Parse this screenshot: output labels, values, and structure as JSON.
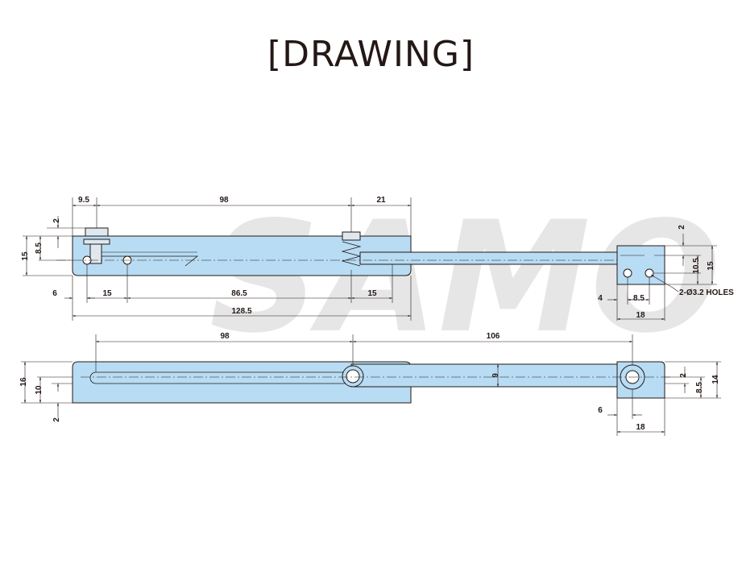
{
  "title": "[DRAWING]",
  "watermark": "SAMO",
  "colors": {
    "part": "#b8dcf3",
    "outline": "#231815",
    "text": "#231815",
    "watermark": "#e6e6e6"
  },
  "top_view": {
    "dims": {
      "d9_5": "9.5",
      "d98": "98",
      "d21": "21",
      "d2": "2",
      "d8_5": "8.5",
      "d15": "15",
      "d6": "6",
      "d15b": "15",
      "d86_5": "86.5",
      "d15c": "15",
      "d128_5": "128.5"
    }
  },
  "end_view": {
    "dims": {
      "d2": "2",
      "d10_5": "10.5",
      "d15": "15",
      "d4": "4",
      "d8_5": "8.5",
      "d18": "18"
    },
    "holes_note": "2-Ø3.2 HOLES"
  },
  "front_view": {
    "dims": {
      "d98": "98",
      "d106": "106",
      "d16": "16",
      "d10": "10",
      "d2": "2",
      "d9": "9",
      "d2r": "2",
      "d8_5": "8.5",
      "d14": "14",
      "d6": "6",
      "d18": "18"
    }
  }
}
